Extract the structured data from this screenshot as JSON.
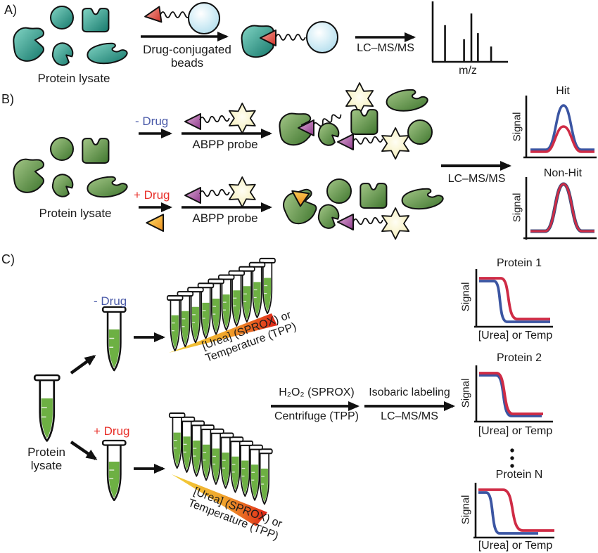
{
  "panel_a": {
    "label": "A)",
    "lysate_label": "Protein lysate",
    "step1_label": "Drug-conjugated\nbeads",
    "step2_label": "LC–MS/MS",
    "spectrum": {
      "xlabel": "m/z",
      "peak_positions": [
        0.14,
        0.4,
        0.5,
        0.59,
        0.77
      ],
      "peak_intensities": [
        0.6,
        0.37,
        0.79,
        0.47,
        0.25
      ]
    }
  },
  "panel_b": {
    "label": "B)",
    "lysate_label": "Protein lysate",
    "minus_drug": "- Drug",
    "plus_drug": "+ Drug",
    "probe_label_top": "ABPP probe",
    "probe_label_bottom": "ABPP probe",
    "ms_label": "LC–MS/MS",
    "hit_plot": {
      "title": "Hit",
      "ylabel": "Signal"
    },
    "nonhit_plot": {
      "title": "Non-Hit",
      "ylabel": "Signal"
    }
  },
  "panel_c": {
    "label": "C)",
    "lysate_label": "Protein\nlysate",
    "minus_drug": "- Drug",
    "plus_drug": "+ Drug",
    "series_tube_count": 10,
    "gradient_label_top": "[Urea] (SPROX) or\nTemperature (TPP)",
    "gradient_label_bottom": "[Urea] (SPROX) or\nTemperature (TPP)",
    "step1_top": "H₂O₂ (SPROX)",
    "step1_bottom": "Centrifuge (TPP)",
    "step2_top": "Isobaric labeling",
    "step2_bottom": "LC–MS/MS",
    "plots": [
      {
        "title": "Protein 1",
        "ylabel": "Signal",
        "xlabel": "[Urea] or Temp"
      },
      {
        "title": "Protein 2",
        "ylabel": "Signal",
        "xlabel": "[Urea] or Temp"
      },
      {
        "title": "Protein N",
        "ylabel": "Signal",
        "xlabel": "[Urea] or Temp"
      }
    ]
  },
  "colors": {
    "minus_drug_blue": "#4a5aa8",
    "plus_drug_red": "#e8302a",
    "curve_blue": "#3b55a2",
    "curve_red": "#cf2b45",
    "protein_teal": "#2a9486",
    "protein_green": "#5d9440",
    "bead_blue": "#b5dfec",
    "star_yellow": "#f6efb0",
    "probe_purple": "#a04a9c",
    "drug_orange": "#ee9226",
    "tube_green": "#6db043"
  }
}
